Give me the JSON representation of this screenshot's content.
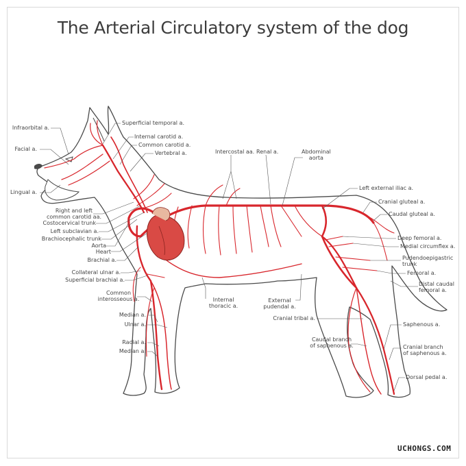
{
  "title": "The Arterial Circulatory system of the dog",
  "colors": {
    "artery": "#d8262c",
    "outline": "#4a4a4a",
    "heart": "#d94a45",
    "label": "#444444"
  },
  "labels": {
    "infraorbital": "Infraorbital a.",
    "facial": "Facial a.",
    "lingual": "Lingual a.",
    "superficial_temporal": "Superficial temporal a.",
    "internal_carotid": "Internal carotid a.",
    "common_carotid": "Common carotid a.",
    "vertebral": "Vertebral a.",
    "intercostal": "Intercostal aa.",
    "renal": "Renal a.",
    "abdominal_aorta_1": "Abdominal",
    "abdominal_aorta_2": "aorta",
    "left_external_iliac": "Left external iliac a.",
    "cranial_gluteal": "Cranial gluteal a.",
    "caudal_gluteal": "Caudal gluteal a.",
    "deep_femoral": "Deep femoral a.",
    "medial_circumflex": "Medial circumflex a.",
    "pudendoepigastric_1": "Pudendoepigastric",
    "pudendoepigastric_2": "trunk",
    "femoral": "Femoral a.",
    "distal_caudal_femoral_1": "Distal caudal",
    "distal_caudal_femoral_2": "femoral a.",
    "saphenous": "Saphenous a.",
    "cranial_branch_saphenous_1": "Cranial branch",
    "cranial_branch_saphenous_2": "of saphenous a.",
    "dorsal_pedal": "Dorsal pedal a.",
    "right_left_carotid_1": "Right and left",
    "right_left_carotid_2": "common carotid aa.",
    "costocervical": "Costocervical trunk",
    "left_subclavian": "Left subclavian a.",
    "brachiocephalic": "Brachiocephalic trunk",
    "aorta": "Aorta",
    "heart": "Heart",
    "brachial": "Brachial a.",
    "collateral_ulnar": "Collateral ulnar a.",
    "superficial_brachial": "Superficial brachial a.",
    "common_interosseous_1": "Common",
    "common_interosseous_2": "interosseous a.",
    "median_1": "Median a.",
    "ulnar": "Ulnar a.",
    "radial": "Radial a.",
    "median_2": "Median a.",
    "internal_thoracic_1": "Internal",
    "internal_thoracic_2": "thoracic a.",
    "external_pudendal_1": "External",
    "external_pudendal_2": "pudendal a.",
    "cranial_tibial": "Cranial tribal a.",
    "caudal_branch_saphenous_1": "Caudal branch",
    "caudal_branch_saphenous_2": "of saphenous a."
  },
  "watermark": "UCHONGS.COM"
}
